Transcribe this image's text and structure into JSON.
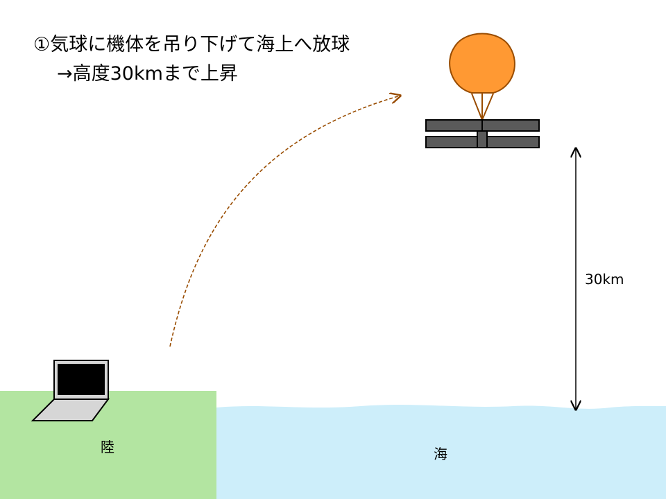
{
  "title": {
    "line1": "①気球に機体を吊り下げて海上へ放球",
    "line2": "→高度30kmまで上昇"
  },
  "labels": {
    "land": "陸",
    "sea": "海",
    "altitude": "30km"
  },
  "colors": {
    "balloon": "#ff9933",
    "balloon_stroke": "#994c00",
    "land": "#b3e5a1",
    "sea": "#cdeefa",
    "aircraft": "#5a5a5a",
    "trajectory": "#994c00"
  }
}
